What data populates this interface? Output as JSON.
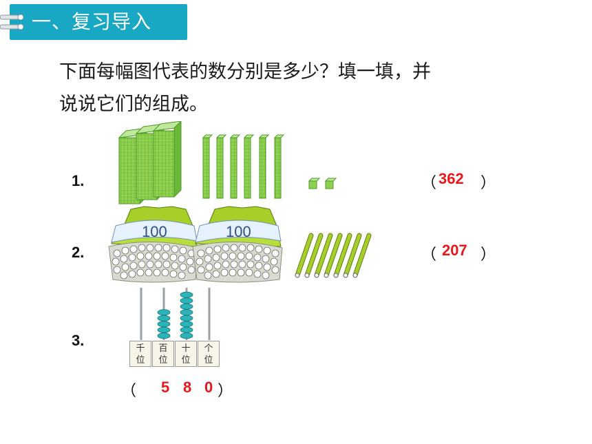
{
  "header": {
    "title": "一、复习导入"
  },
  "question": {
    "line1": "下面每幅图代表的数分别是多少？填一填，并",
    "line2": "说说它们的组成。"
  },
  "items": [
    {
      "index": "1.",
      "open": "（",
      "answer": "362",
      "close": "）"
    },
    {
      "index": "2.",
      "open": "（",
      "answer": "207",
      "close": "）"
    },
    {
      "index": "3.",
      "open": "（",
      "digits": [
        "5",
        "8",
        "0"
      ],
      "close": "）"
    }
  ],
  "bundle_label": "100",
  "abacus": {
    "columns": [
      {
        "top": "千",
        "bottom": "位",
        "beads": 0
      },
      {
        "top": "百",
        "bottom": "位",
        "beads": 5
      },
      {
        "top": "十",
        "bottom": "位",
        "beads": 8
      },
      {
        "top": "个",
        "bottom": "位",
        "beads": 0
      }
    ]
  },
  "colors": {
    "accent": "#19a8c4",
    "answer": "#e8171b",
    "block": "#8fd14f",
    "bead": "#2bb3b7"
  }
}
